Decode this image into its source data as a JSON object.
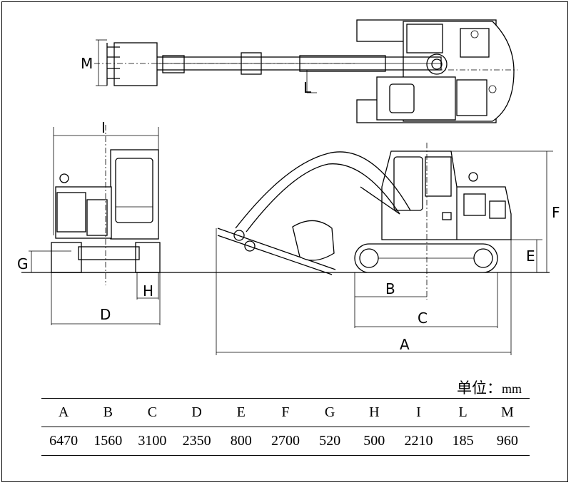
{
  "unit_label": "单位：",
  "unit_value": "mm",
  "dimension_letters": [
    "M",
    "L",
    "I",
    "F",
    "E",
    "G",
    "H",
    "B",
    "C",
    "D",
    "A"
  ],
  "spec_table": {
    "headers": [
      "A",
      "B",
      "C",
      "D",
      "E",
      "F",
      "G",
      "H",
      "I",
      "L",
      "M"
    ],
    "values": [
      "6470",
      "1560",
      "3100",
      "2350",
      "800",
      "2700",
      "520",
      "500",
      "2210",
      "185",
      "960"
    ]
  }
}
